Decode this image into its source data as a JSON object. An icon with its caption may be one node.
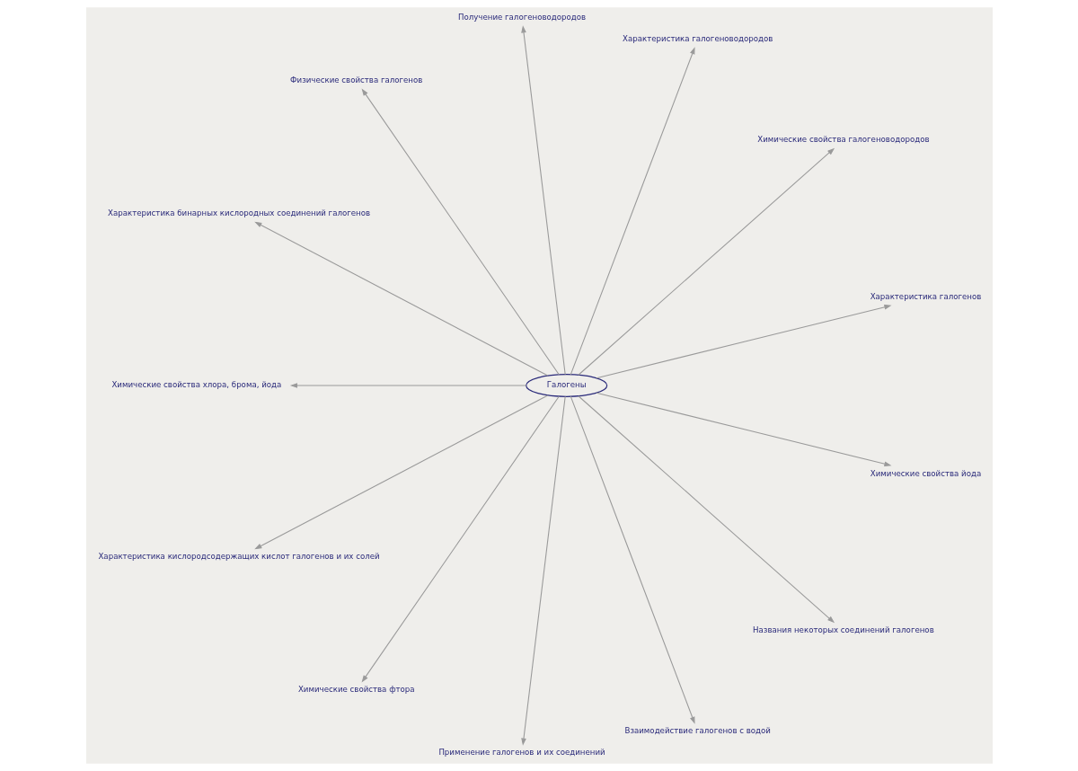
{
  "diagram": {
    "nodes": [
      {
        "text": [
          "Галогены"
        ]
      },
      {
        "text": [
          "Характеристика галогенов"
        ]
      },
      {
        "text": [
          "Химические свойства галогеноводородов"
        ]
      },
      {
        "text": [
          "Характеристика галогеноводородов"
        ]
      },
      {
        "text": [
          "Получение галогеноводородов"
        ]
      },
      {
        "text": [
          "Физические свойства галогенов"
        ]
      },
      {
        "text": [
          "Характеристика бинарных кислородных соединений галогенов"
        ]
      },
      {
        "text": [
          "Химические свойства хлора, брома, йода"
        ]
      },
      {
        "text": [
          "Характеристика кислородсодержащих кислот галогенов и их солей"
        ]
      },
      {
        "text": [
          "Химические свойства фтора"
        ]
      },
      {
        "text": [
          "Применение галогенов и их соединений"
        ]
      },
      {
        "text": [
          "Взаимодействие галогенов с водой"
        ]
      },
      {
        "text": [
          "Названия некоторых соединений галогенов"
        ]
      },
      {
        "text": [
          "Химические свойства йода"
        ]
      }
    ],
    "edges": [
      {
        "from": 0,
        "to": 1,
        "arrow": "to"
      },
      {
        "from": 0,
        "to": 2,
        "arrow": "to"
      },
      {
        "from": 0,
        "to": 3,
        "arrow": "to"
      },
      {
        "from": 0,
        "to": 4,
        "arrow": "to"
      },
      {
        "from": 0,
        "to": 5,
        "arrow": "to"
      },
      {
        "from": 0,
        "to": 6,
        "arrow": "to"
      },
      {
        "from": 0,
        "to": 7,
        "arrow": "to"
      },
      {
        "from": 0,
        "to": 8,
        "arrow": "to"
      },
      {
        "from": 0,
        "to": 9,
        "arrow": "to"
      },
      {
        "from": 0,
        "to": 10,
        "arrow": "to"
      },
      {
        "from": 0,
        "to": 11,
        "arrow": "to"
      },
      {
        "from": 0,
        "to": 12,
        "arrow": "to"
      },
      {
        "from": 0,
        "to": 13,
        "arrow": "to"
      }
    ]
  }
}
